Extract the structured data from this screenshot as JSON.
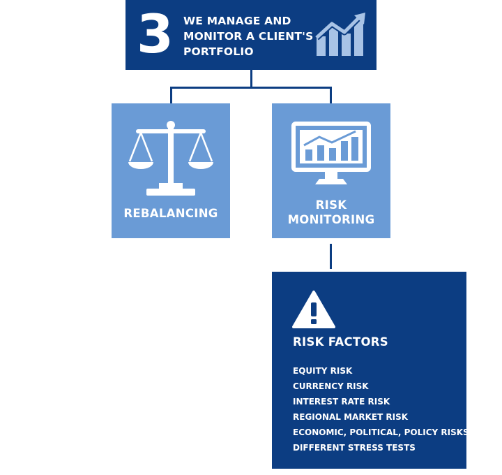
{
  "step": {
    "number": "3",
    "title": "WE MANAGE AND MONITOR A CLIENT'S PORTFOLIO",
    "icon": "growth-chart-icon"
  },
  "branches": [
    {
      "label": "REBALANCING",
      "icon": "balance-scale-icon"
    },
    {
      "label": "RISK MONITORING",
      "icon": "monitor-chart-icon"
    }
  ],
  "risk_factors": {
    "icon": "warning-icon",
    "title": "RISK FACTORS",
    "items": [
      "EQUITY RISK",
      "CURRENCY RISK",
      "INTEREST RATE RISK",
      "REGIONAL MARKET RISK",
      "ECONOMIC, POLITICAL, POLICY RISKS",
      "DIFFERENT STRESS TESTS"
    ]
  },
  "colors": {
    "dark_blue": "#0c3d82",
    "light_blue": "#6a9bd6",
    "icon_light": "#a8c3e6"
  }
}
